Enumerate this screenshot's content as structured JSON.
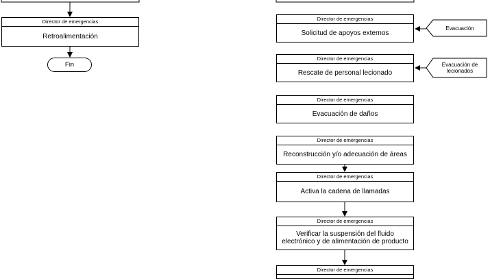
{
  "diagram": {
    "left_column": {
      "retro": {
        "role": "Director de emergencias",
        "task": "Retroalimentación"
      },
      "end_label": "Fin"
    },
    "right_column": {
      "apoyos": {
        "role": "Director de emergencias",
        "task": "Solicitud de apoyos externos"
      },
      "rescate": {
        "role": "Director de emergencias",
        "task": "Rescate de personal lecionado"
      },
      "danos": {
        "role": "Director de emergencias",
        "task": "Evacuación de daños"
      },
      "reconstruccion": {
        "role": "Director de emergencias",
        "task": "Reconstrucción y/o adecuación de áreas"
      },
      "cadena": {
        "role": "Director de emergencias",
        "task": "Activa la cadena de llamadas"
      },
      "suspension": {
        "role": "Director de emergencias",
        "task": "Verificar la suspensión del fluido electrónico y de alimentación de producto"
      },
      "bottom": {
        "role": "Director de emergencias"
      }
    },
    "side_tags": {
      "evacuacion": "Evacuación",
      "evac_lesionados": "Evacuación de lecionados"
    }
  }
}
